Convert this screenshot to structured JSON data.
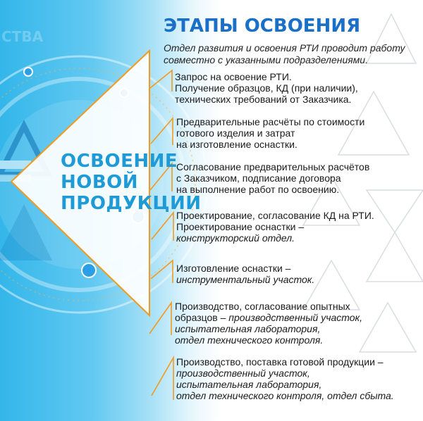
{
  "title": "ЭТАПЫ ОСВОЕНИЯ",
  "intro": "Отдел развития и освоения РТИ проводит работу совместно с указанными подразделениями.",
  "side_title": [
    "ОСВОЕНИЕ",
    "НОВОЙ",
    "ПРОДУКЦИИ"
  ],
  "watermark": "СТВА",
  "colors": {
    "accent_orange": "#f39a1e",
    "title_blue": "#1a6fc7",
    "side_blue": "#1e9bd7",
    "sky": "#33b6ea"
  },
  "steps": [
    {
      "lines": [
        {
          "text": "Запрос на освоение РТИ.",
          "italic": false
        },
        {
          "text": "Получение образцов, КД  (при наличии),",
          "italic": false
        },
        {
          "text": "технических требований от Заказчика.",
          "italic": false
        }
      ]
    },
    {
      "lines": [
        {
          "text": "Предварительные расчёты по стоимости",
          "italic": false
        },
        {
          "text": "готового изделия и затрат",
          "italic": false
        },
        {
          "text": "на изготовление оснастки.",
          "italic": false
        }
      ]
    },
    {
      "lines": [
        {
          "text": "Согласование предварительных расчётов",
          "italic": false
        },
        {
          "text": "с Заказчиком, подписание договора",
          "italic": false
        },
        {
          "text": "на выполнение работ по освоению.",
          "italic": false
        }
      ]
    },
    {
      "lines": [
        {
          "text": "Проектирование, согласование КД на РТИ.",
          "italic": false
        },
        {
          "text": "Проектирование оснастки –",
          "italic": false
        },
        {
          "text": "конструкторский отдел.",
          "italic": true
        }
      ]
    },
    {
      "lines": [
        {
          "text": "Изготовление оснастки –",
          "italic": false
        },
        {
          "text": "инструментальный участок.",
          "italic": true
        }
      ]
    },
    {
      "lines": [
        {
          "text": "Производство, согласование опытных",
          "italic": false
        },
        {
          "text": "образцов – ",
          "italic": false,
          "tail": "производственный участок,"
        },
        {
          "text": "испытательная лаборатория,",
          "italic": true
        },
        {
          "text": "отдел технического контроля.",
          "italic": true
        }
      ]
    },
    {
      "lines": [
        {
          "text": "Производство, поставка готовой продукции –",
          "italic": false
        },
        {
          "text": "производственный участок,",
          "italic": true
        },
        {
          "text": "испытательная лаборатория,",
          "italic": true
        },
        {
          "text": "отдел технического контроля, отдел сбыта.",
          "italic": true
        }
      ]
    }
  ]
}
